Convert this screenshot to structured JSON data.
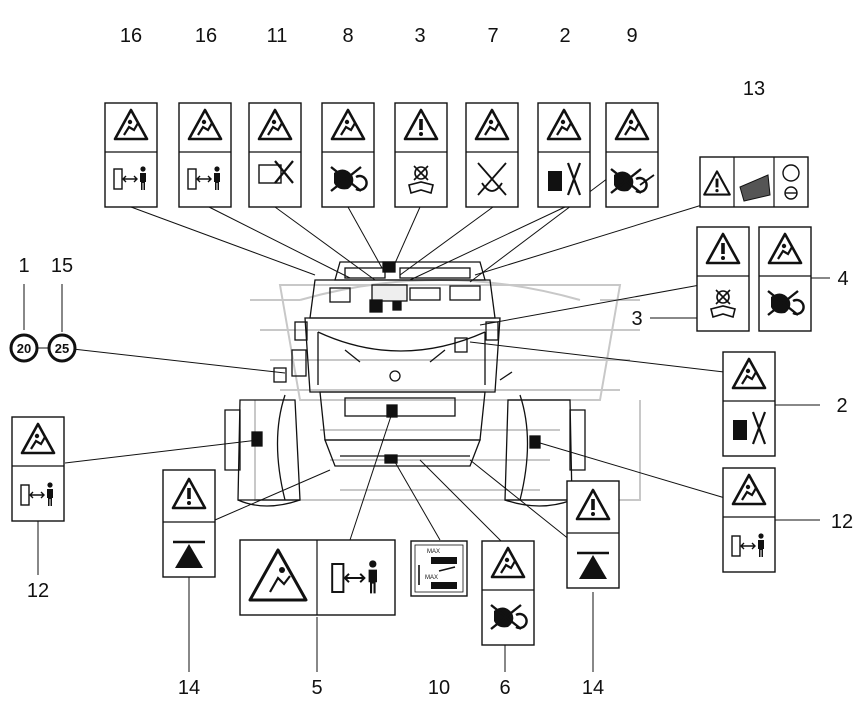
{
  "callouts": {
    "top": [
      "16",
      "16",
      "11",
      "8",
      "3",
      "7",
      "2",
      "9"
    ],
    "c13": "13",
    "c1": "1",
    "c15": "15",
    "c4": "4",
    "c3": "3",
    "c2": "2",
    "c12_right": "12",
    "c12_left": "12",
    "c14_left": "14",
    "c5": "5",
    "c10": "10",
    "c6": "6",
    "c14_right": "14"
  },
  "speed_signs": [
    "20",
    "25"
  ],
  "decal10_text": {
    "line1": "MAX",
    "line2": "MAX"
  },
  "colors": {
    "ink": "#111111",
    "paper": "#ffffff",
    "ghost": "#d0d0d0"
  }
}
